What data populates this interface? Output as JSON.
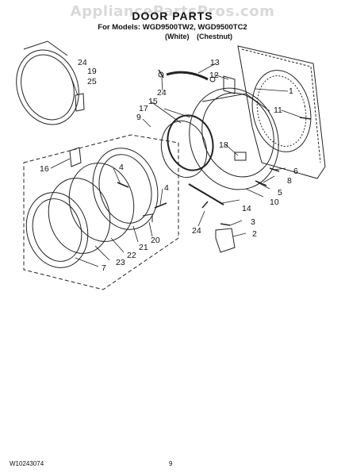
{
  "watermark": "AppliancePartsPros.com",
  "header": {
    "title": "DOOR PARTS",
    "models": "For Models: WGD9500TW2, WGD9500TC2",
    "variants": [
      "(White)",
      "(Chestnut)"
    ]
  },
  "callouts": [
    "1",
    "2",
    "3",
    "4",
    "4",
    "5",
    "6",
    "7",
    "8",
    "9",
    "10",
    "11",
    "12",
    "13",
    "14",
    "15",
    "16",
    "17",
    "18",
    "19",
    "20",
    "21",
    "22",
    "23",
    "24",
    "24",
    "24",
    "25"
  ],
  "footer": {
    "doc_number": "W10243074",
    "page": "9"
  }
}
